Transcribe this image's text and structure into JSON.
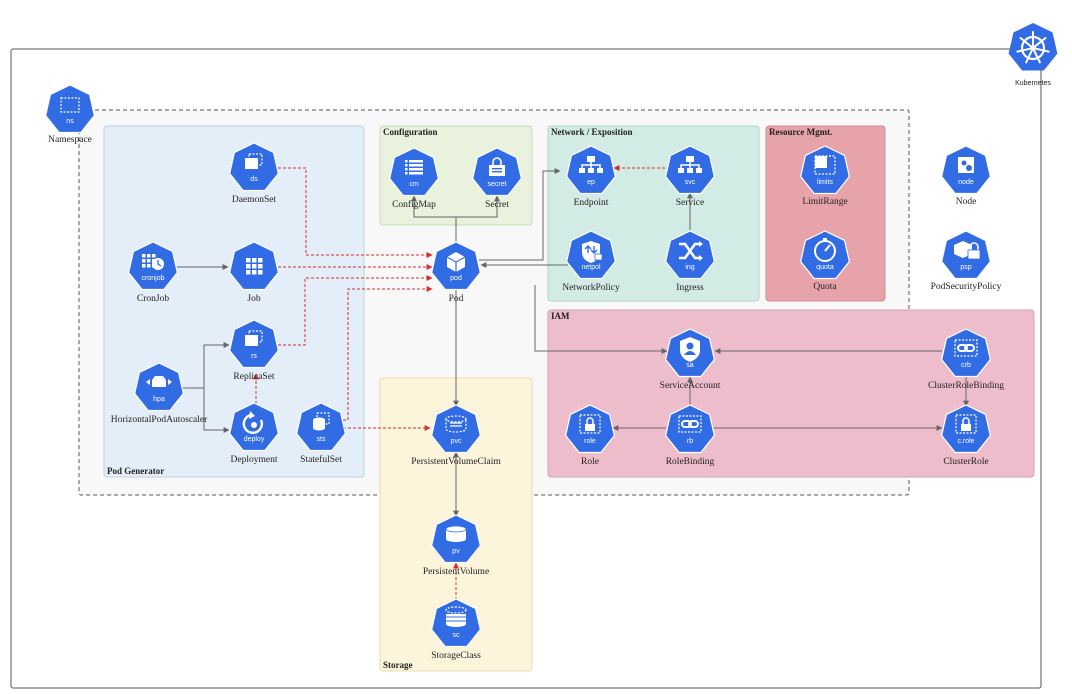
{
  "colors": {
    "node_blue": "#326ce5",
    "link_solid": "#666666",
    "link_dashed": "#d32f2f",
    "pod_generator_fill": "#e3eef8",
    "configuration_fill": "#e8f2dd",
    "network_fill": "#d3ebe5",
    "resource_fill": "#e7a3aa",
    "iam_fill": "#eebdcb",
    "storage_fill": "#fcf5dc"
  },
  "brand": {
    "label": "Kubernetes",
    "icon": "kubernetes-helm-icon"
  },
  "groups": {
    "pod_generator": "Pod Generator",
    "configuration": "Configuration",
    "network": "Network / Exposition",
    "resource": "Resource Mgmt.",
    "iam": "IAM",
    "storage": "Storage"
  },
  "nodes": {
    "ns": {
      "tag": "ns",
      "label": "Namespace",
      "icon": "namespace-icon"
    },
    "ds": {
      "tag": "ds",
      "label": "DaemonSet",
      "icon": "daemonset-icon"
    },
    "cronjob": {
      "tag": "cronjob",
      "label": "CronJob",
      "icon": "cronjob-icon"
    },
    "job": {
      "tag": "",
      "label": "Job",
      "icon": "job-icon"
    },
    "rs": {
      "tag": "rs",
      "label": "ReplicaSet",
      "icon": "replicaset-icon"
    },
    "hpa": {
      "tag": "hpa",
      "label": "HorizontalPodAutoscaler",
      "icon": "hpa-icon"
    },
    "deploy": {
      "tag": "deploy",
      "label": "Deployment",
      "icon": "deployment-icon"
    },
    "sts": {
      "tag": "sts",
      "label": "StatefulSet",
      "icon": "statefulset-icon"
    },
    "cm": {
      "tag": "cm",
      "label": "ConfigMap",
      "icon": "configmap-icon"
    },
    "secret": {
      "tag": "secret",
      "label": "Secret",
      "icon": "secret-icon"
    },
    "pod": {
      "tag": "pod",
      "label": "Pod",
      "icon": "pod-icon"
    },
    "ep": {
      "tag": "ep",
      "label": "Endpoint",
      "icon": "endpoint-icon"
    },
    "svc": {
      "tag": "svc",
      "label": "Service",
      "icon": "service-icon"
    },
    "netpol": {
      "tag": "netpol",
      "label": "NetworkPolicy",
      "icon": "networkpolicy-icon"
    },
    "ing": {
      "tag": "ing",
      "label": "Ingress",
      "icon": "ingress-icon"
    },
    "limits": {
      "tag": "limits",
      "label": "LimitRange",
      "icon": "limitrange-icon"
    },
    "quota": {
      "tag": "quota",
      "label": "Quota",
      "icon": "quota-icon"
    },
    "node": {
      "tag": "node",
      "label": "Node",
      "icon": "node-icon"
    },
    "psp": {
      "tag": "psp",
      "label": "PodSecurityPolicy",
      "icon": "psp-icon"
    },
    "sa": {
      "tag": "sa",
      "label": "ServiceAccount",
      "icon": "serviceaccount-icon"
    },
    "crb": {
      "tag": "crb",
      "label": "ClusterRoleBinding",
      "icon": "clusterrolebinding-icon"
    },
    "role": {
      "tag": "role",
      "label": "Role",
      "icon": "role-icon"
    },
    "rb": {
      "tag": "rb",
      "label": "RoleBinding",
      "icon": "rolebinding-icon"
    },
    "crole": {
      "tag": "c.role",
      "label": "ClusterRole",
      "icon": "clusterrole-icon"
    },
    "pvc": {
      "tag": "pvc",
      "label": "PersistentVolumeClaim",
      "icon": "pvc-icon"
    },
    "pv": {
      "tag": "pv",
      "label": "PersistentVolume",
      "icon": "pv-icon"
    },
    "sc": {
      "tag": "sc",
      "label": "StorageClass",
      "icon": "storageclass-icon"
    }
  },
  "edges": [
    {
      "from": "ds",
      "to": "pod",
      "style": "dashed"
    },
    {
      "from": "cronjob",
      "to": "job",
      "style": "solid"
    },
    {
      "from": "job",
      "to": "pod",
      "style": "dashed"
    },
    {
      "from": "rs",
      "to": "pod",
      "style": "dashed"
    },
    {
      "from": "sts",
      "to": "pod",
      "style": "dashed"
    },
    {
      "from": "deploy",
      "to": "rs",
      "style": "dashed"
    },
    {
      "from": "hpa",
      "to": "rs",
      "style": "solid"
    },
    {
      "from": "hpa",
      "to": "deploy",
      "style": "solid"
    },
    {
      "from": "pod",
      "to": "cm",
      "style": "solid"
    },
    {
      "from": "pod",
      "to": "secret",
      "style": "solid"
    },
    {
      "from": "pod",
      "to": "ep",
      "style": "solid"
    },
    {
      "from": "svc",
      "to": "ep",
      "style": "dashed"
    },
    {
      "from": "netpol",
      "to": "pod",
      "style": "solid"
    },
    {
      "from": "ing",
      "to": "svc",
      "style": "solid"
    },
    {
      "from": "pod",
      "to": "sa",
      "style": "solid"
    },
    {
      "from": "pod",
      "to": "pvc",
      "style": "solid"
    },
    {
      "from": "sts",
      "to": "pvc",
      "style": "dashed"
    },
    {
      "from": "crb",
      "to": "sa",
      "style": "solid"
    },
    {
      "from": "rb",
      "to": "sa",
      "style": "solid"
    },
    {
      "from": "rb",
      "to": "role",
      "style": "solid"
    },
    {
      "from": "rb",
      "to": "crole",
      "style": "solid"
    },
    {
      "from": "crb",
      "to": "crole",
      "style": "solid"
    },
    {
      "from": "pvc",
      "to": "pv",
      "style": "solid"
    },
    {
      "from": "sc",
      "to": "pv",
      "style": "dashed"
    }
  ]
}
